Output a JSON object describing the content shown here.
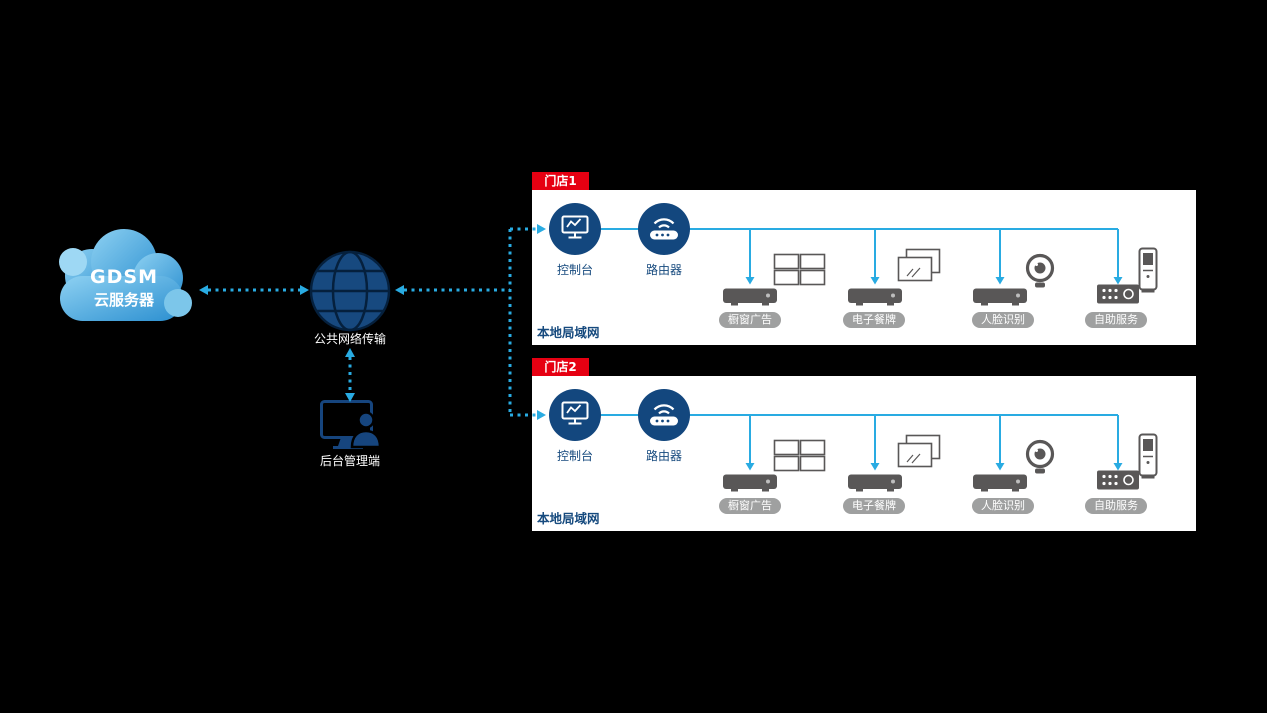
{
  "colors": {
    "accent": "#29abe2",
    "navy": "#13477e",
    "red": "#e60012",
    "device_gray": "#595757",
    "pill_gray": "#9fa0a0",
    "cloud_blue": "#3fa0d8",
    "background": "#000000"
  },
  "cloud": {
    "title": "GDSM",
    "subtitle": "云服务器"
  },
  "public_network": {
    "label": "公共网络传输"
  },
  "admin_terminal": {
    "label": "后台管理端"
  },
  "stores": [
    {
      "tag": "门店1",
      "console_label": "控制台",
      "router_label": "路由器",
      "lan_label": "本地局域网",
      "devices": [
        {
          "label": "橱窗广告",
          "icon": "video-wall-icon"
        },
        {
          "label": "电子餐牌",
          "icon": "dual-screen-icon"
        },
        {
          "label": "人脸识别",
          "icon": "camera-icon"
        },
        {
          "label": "自助服务",
          "icon": "kiosk-icon"
        }
      ]
    },
    {
      "tag": "门店2",
      "console_label": "控制台",
      "router_label": "路由器",
      "lan_label": "本地局域网",
      "devices": [
        {
          "label": "橱窗广告",
          "icon": "video-wall-icon"
        },
        {
          "label": "电子餐牌",
          "icon": "dual-screen-icon"
        },
        {
          "label": "人脸识别",
          "icon": "camera-icon"
        },
        {
          "label": "自助服务",
          "icon": "kiosk-icon"
        }
      ]
    }
  ]
}
